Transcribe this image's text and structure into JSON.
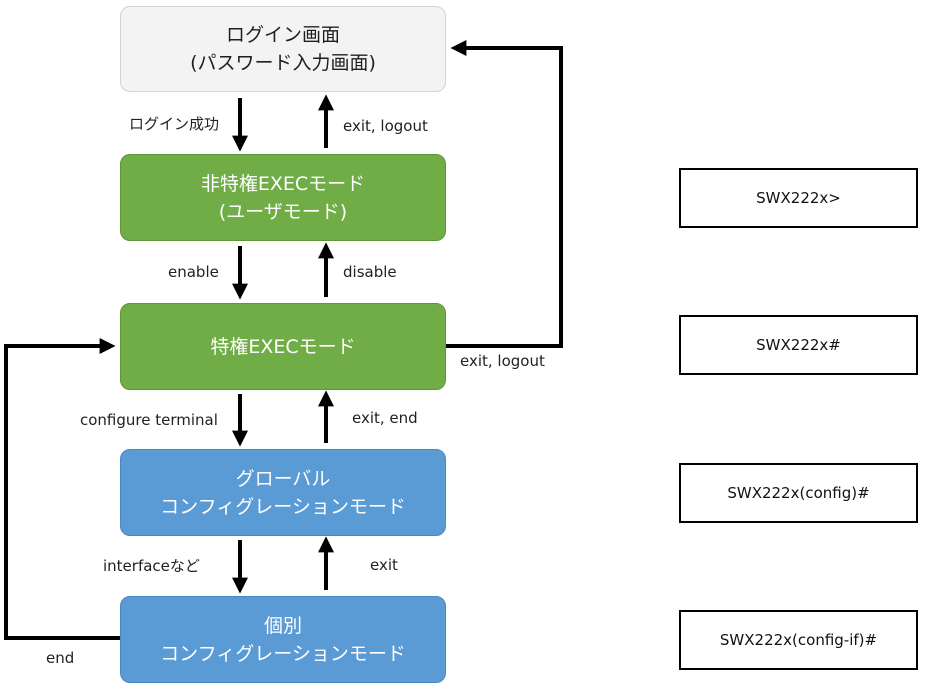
{
  "nodes": {
    "login": "ログイン画面\n(パスワード入力画面)",
    "user_exec": "非特権EXECモード\n(ユーザモード)",
    "priv_exec": "特権EXECモード",
    "global_config": "グローバル\nコンフィグレーションモード",
    "indiv_config": "個別\nコンフィグレーションモード"
  },
  "edges": {
    "login_success": "ログイン成功",
    "exit_logout_1": "exit, logout",
    "enable": "enable",
    "disable": "disable",
    "exit_logout_2": "exit, logout",
    "configure_terminal": "configure terminal",
    "exit_end": "exit, end",
    "interface": "interfaceなど",
    "exit": "exit",
    "end": "end"
  },
  "prompts": [
    "SWX222x>",
    "SWX222x#",
    "SWX222x(config)#",
    "SWX222x(config-if)#"
  ],
  "colors": {
    "login_fill": "#f3f3f3",
    "exec_fill": "#71ad47",
    "config_fill": "#5b9bd5",
    "arrow": "#000000"
  }
}
